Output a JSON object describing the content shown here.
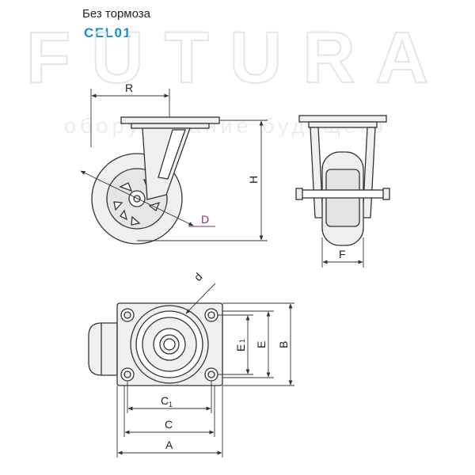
{
  "header": {
    "subtitle": "Без тормоза",
    "model_code": "CEL01"
  },
  "watermark": {
    "brand": "FUTURA",
    "tagline": "оборудование будущего"
  },
  "dimensions": {
    "R": "R",
    "H": "H",
    "D": "D",
    "F": "F",
    "d": "d",
    "E1": "E",
    "E1_sub": "1",
    "E": "E",
    "B": "B",
    "C1": "C",
    "C1_sub": "1",
    "C": "C",
    "A": "A"
  },
  "colors": {
    "line": "#333333",
    "fill": "#f0f0f0",
    "accent": "#1a8ccf",
    "d_label": "#8a2d7a",
    "watermark": "#ececec"
  }
}
